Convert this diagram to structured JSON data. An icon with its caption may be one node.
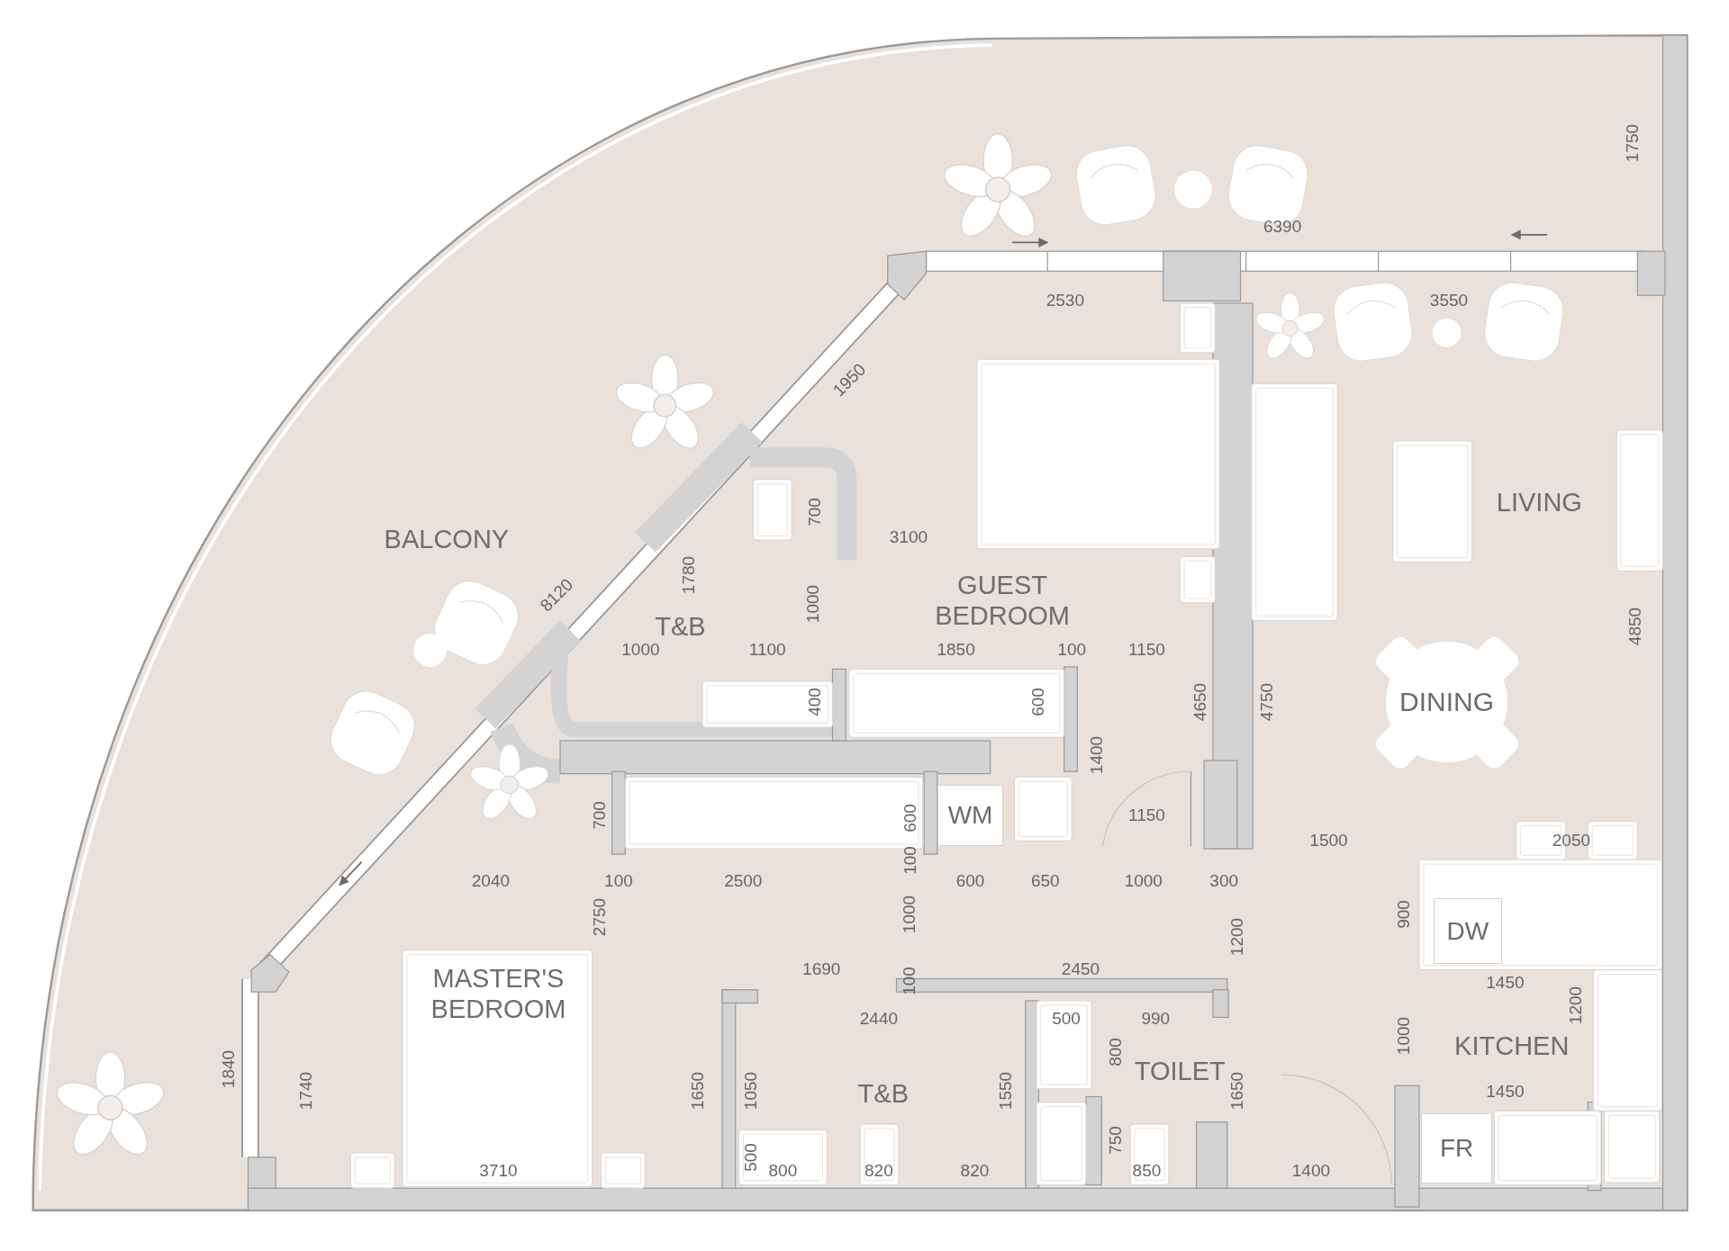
{
  "diagram": {
    "nodes": [
      {
        "text": [
          "DINING"
        ]
      },
      {
        "text": [
          "WM"
        ]
      },
      {
        "text": [
          "DW"
        ]
      },
      {
        "text": [
          "FR"
        ]
      }
    ],
    "edges": [],
    "labels": [
      "1750",
      "6390",
      "2530",
      "3550",
      "1950",
      "BALCONY",
      "LIVING",
      "700",
      "3100",
      "1780",
      "8120",
      "1000",
      "GUEST BEDROOM",
      "T&B",
      "4850",
      "1000",
      "1100",
      "1850",
      "100",
      "1150",
      "400",
      "600",
      "4650",
      "4750",
      "1400",
      "700",
      "600",
      "1150",
      "100",
      "1500",
      "2050",
      "2040",
      "100",
      "2500",
      "600",
      "650",
      "1000",
      "300",
      "2750",
      "1000",
      "900",
      "1200",
      "1690",
      "2450",
      "100",
      "MASTER'S BEDROOM",
      "1450",
      "1200",
      "2440",
      "500",
      "990",
      "800",
      "1000",
      "KITCHEN",
      "1840",
      "TOILET",
      "1740",
      "1650",
      "1050",
      "T&B",
      "1550",
      "1650",
      "1450",
      "750",
      "500",
      "3710",
      "800",
      "820",
      "820",
      "850",
      "1400"
    ]
  }
}
